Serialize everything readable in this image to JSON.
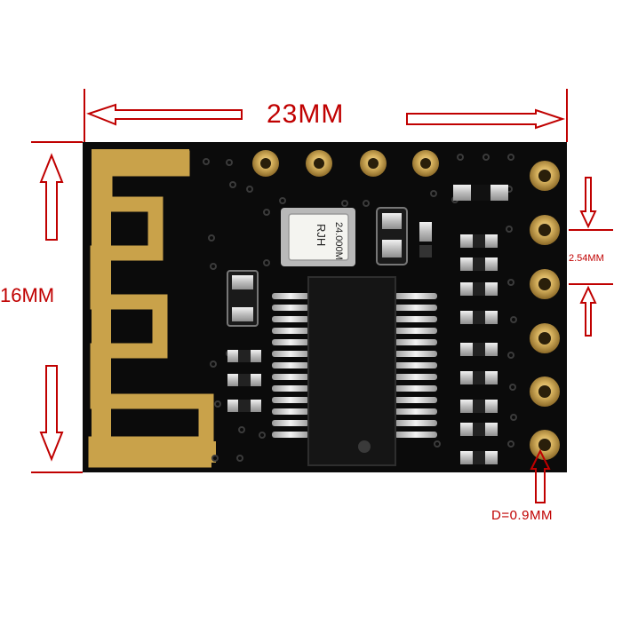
{
  "dimensions": {
    "width_label": "23MM",
    "height_label": "16MM",
    "pin_pitch_label": "2.54MM",
    "drill_label": "D=0.9MM"
  },
  "components": {
    "crystal_line1": "24.000M",
    "crystal_line2": "RJH"
  },
  "colors": {
    "annotation": "#c00000",
    "pcb": "#0b0b0b",
    "gold": "#c9a24a",
    "pad": "#d4d4d4"
  }
}
